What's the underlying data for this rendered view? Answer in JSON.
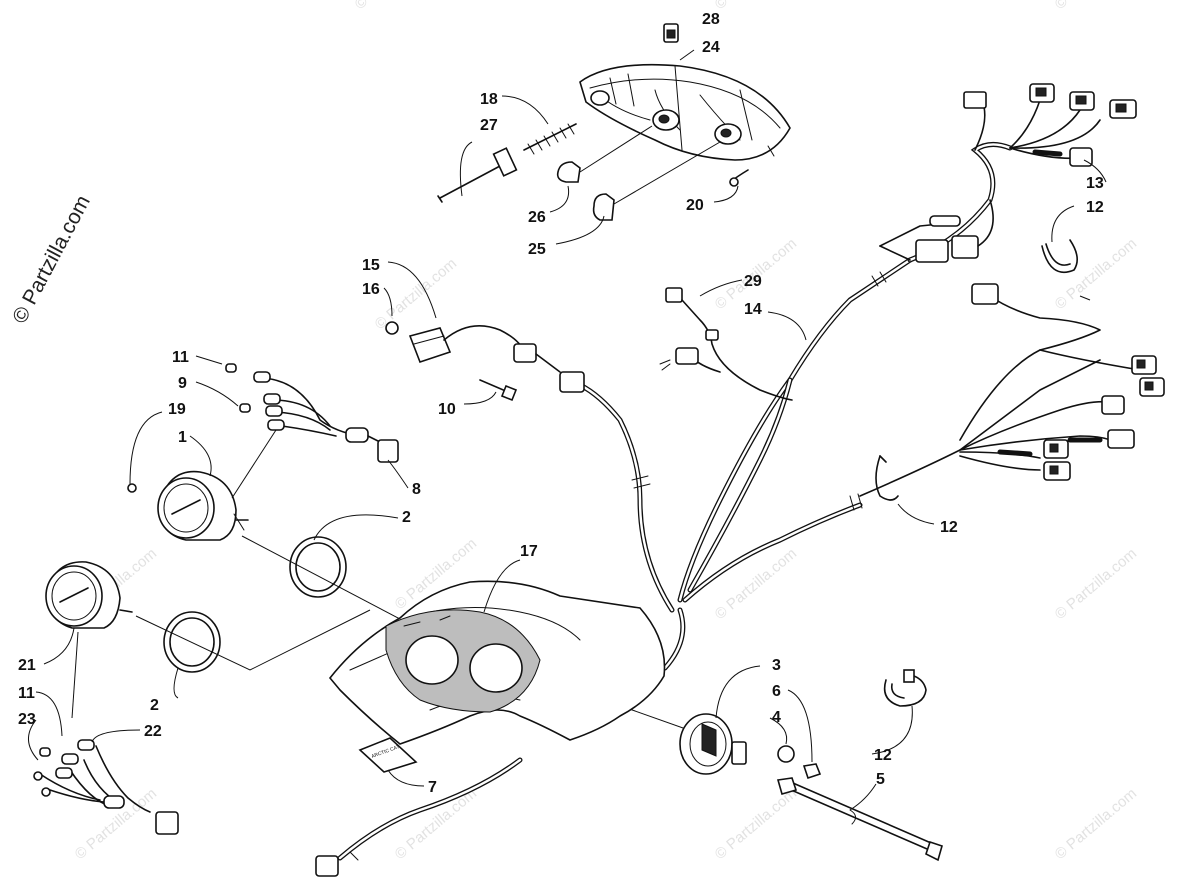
{
  "watermark": "© Partzilla.com",
  "copyright": "© Partzilla.com",
  "decal_text": "ARCTIC CAT",
  "callouts": [
    {
      "id": "c28a",
      "label": "28"
    },
    {
      "id": "c24",
      "label": "24"
    },
    {
      "id": "c18",
      "label": "18"
    },
    {
      "id": "c27",
      "label": "27"
    },
    {
      "id": "c26",
      "label": "26"
    },
    {
      "id": "c25",
      "label": "25"
    },
    {
      "id": "c20",
      "label": "20"
    },
    {
      "id": "c15",
      "label": "15"
    },
    {
      "id": "c16",
      "label": "16"
    },
    {
      "id": "c10",
      "label": "10"
    },
    {
      "id": "c29",
      "label": "29"
    },
    {
      "id": "c14",
      "label": "14"
    },
    {
      "id": "c13",
      "label": "13"
    },
    {
      "id": "c12a",
      "label": "12"
    },
    {
      "id": "c12b",
      "label": "12"
    },
    {
      "id": "c12c",
      "label": "12"
    },
    {
      "id": "c11a",
      "label": "11"
    },
    {
      "id": "c9",
      "label": "9"
    },
    {
      "id": "c19",
      "label": "19"
    },
    {
      "id": "c1",
      "label": "1"
    },
    {
      "id": "c8",
      "label": "8"
    },
    {
      "id": "c2a",
      "label": "2"
    },
    {
      "id": "c17",
      "label": "17"
    },
    {
      "id": "c2b",
      "label": "2"
    },
    {
      "id": "c21",
      "label": "21"
    },
    {
      "id": "c11b",
      "label": "11"
    },
    {
      "id": "c23",
      "label": "23"
    },
    {
      "id": "c22",
      "label": "22"
    },
    {
      "id": "c7",
      "label": "7"
    },
    {
      "id": "c3",
      "label": "3"
    },
    {
      "id": "c6",
      "label": "6"
    },
    {
      "id": "c4",
      "label": "4"
    },
    {
      "id": "c5",
      "label": "5"
    }
  ]
}
